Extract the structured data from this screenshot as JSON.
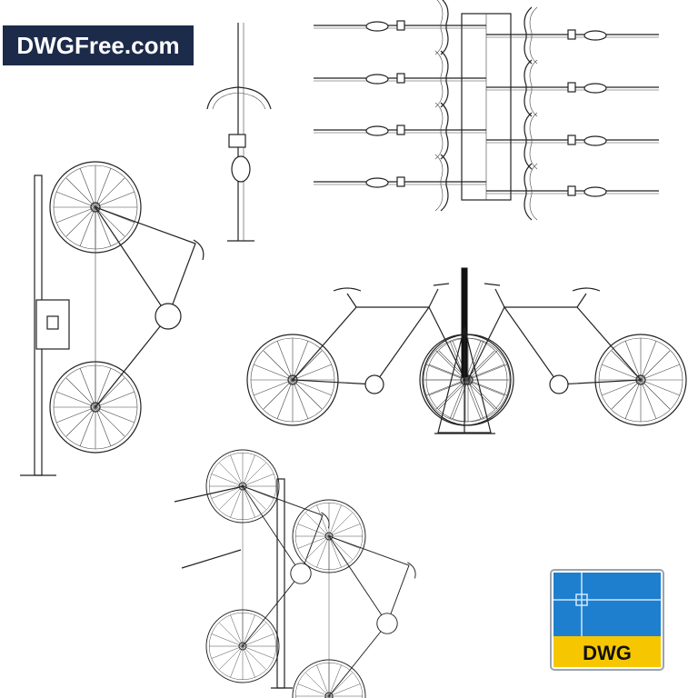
{
  "brand": {
    "text": "DWGFree.com"
  },
  "badge": {
    "label": "DWG",
    "colors": {
      "blue": "#1e7fcf",
      "yellow": "#f6c700",
      "border": "#9aa4ad"
    }
  },
  "icons": [
    "bicycle-side-view",
    "bicycle-top-view",
    "wall-rack-icon",
    "dwg-file-icon"
  ]
}
